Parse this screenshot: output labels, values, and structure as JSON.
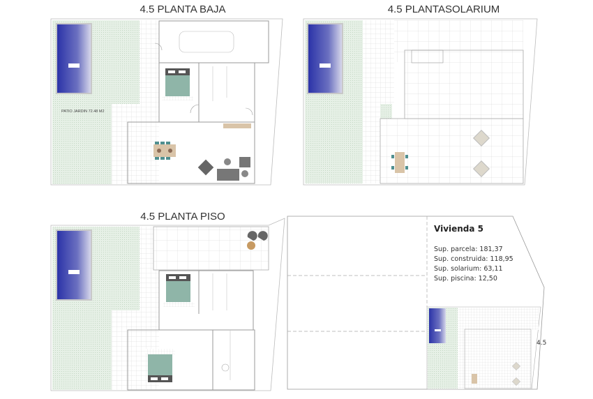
{
  "plans": {
    "ground": {
      "title": "4.5 PLANTA BAJA",
      "patio_label": "PATIO JARDIN 72.48 M2"
    },
    "solarium": {
      "title": "4.5 PLANTASOLARIUM"
    },
    "first": {
      "title": "4.5 PLANTA PISO"
    }
  },
  "site": {
    "heading": "Vivienda  5",
    "lines": [
      "Sup. parcela: 181,37",
      "Sup. construida: 118,95",
      "Sup. solarium: 63,11",
      "Sup. piscina: 12,50"
    ],
    "dimension": "4.5"
  },
  "colors": {
    "pool": "#2b33a8",
    "grass": "#e3efe3",
    "bed": "#8fb5a8",
    "wood": "#d9c4a8",
    "chair": "#4f8f8f",
    "window": "#d89a9a"
  }
}
